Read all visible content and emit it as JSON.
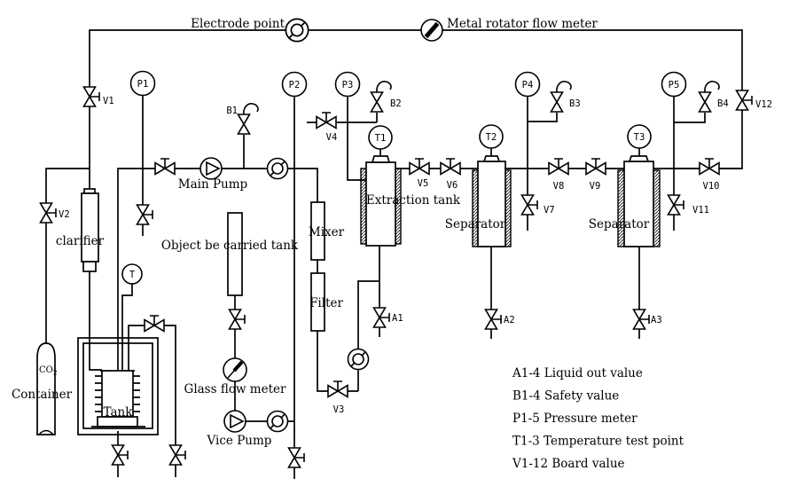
{
  "diagram": {
    "top_labels": {
      "electrode_point": "Electrode point",
      "metal_rotator_flow_meter": "Metal rotator flow meter"
    },
    "equipment_labels": {
      "clarifier": "clarifier",
      "co2": "CO",
      "co2_sub": "2",
      "container": "Container",
      "tank": "Tank",
      "main_pump": "Main Pump",
      "object_tank": "Object be carried tank",
      "mixer": "Mixer",
      "filter": "Filter",
      "glass_flow_meter": "Glass flow meter",
      "vice_pump": "Vice Pump",
      "extraction_tank": "Extraction tank",
      "separator_1": "Separator",
      "separator_2": "Separator"
    },
    "gauges": {
      "p1": "P1",
      "p2": "P2",
      "p3": "P3",
      "p4": "P4",
      "p5": "P5",
      "t1": "T1",
      "t2": "T2",
      "t3": "T3",
      "t": "T"
    },
    "valves": {
      "v1": "V1",
      "v2": "V2",
      "v3": "V3",
      "v4": "V4",
      "v5": "V5",
      "v6": "V6",
      "v7": "V7",
      "v8": "V8",
      "v9": "V9",
      "v10": "V10",
      "v11": "V11",
      "v12": "V12"
    },
    "liquid_out": {
      "a1": "A1",
      "a2": "A2",
      "a3": "A3"
    },
    "safety": {
      "b1": "B1",
      "b2": "B2",
      "b3": "B3",
      "b4": "B4"
    },
    "legend": [
      "A1-4 Liquid out value",
      "B1-4 Safety value",
      "P1-5 Pressure meter",
      "T1-3 Temperature test point",
      "V1-12 Board value"
    ],
    "colors": {
      "line": "#000000",
      "background": "#ffffff"
    }
  }
}
